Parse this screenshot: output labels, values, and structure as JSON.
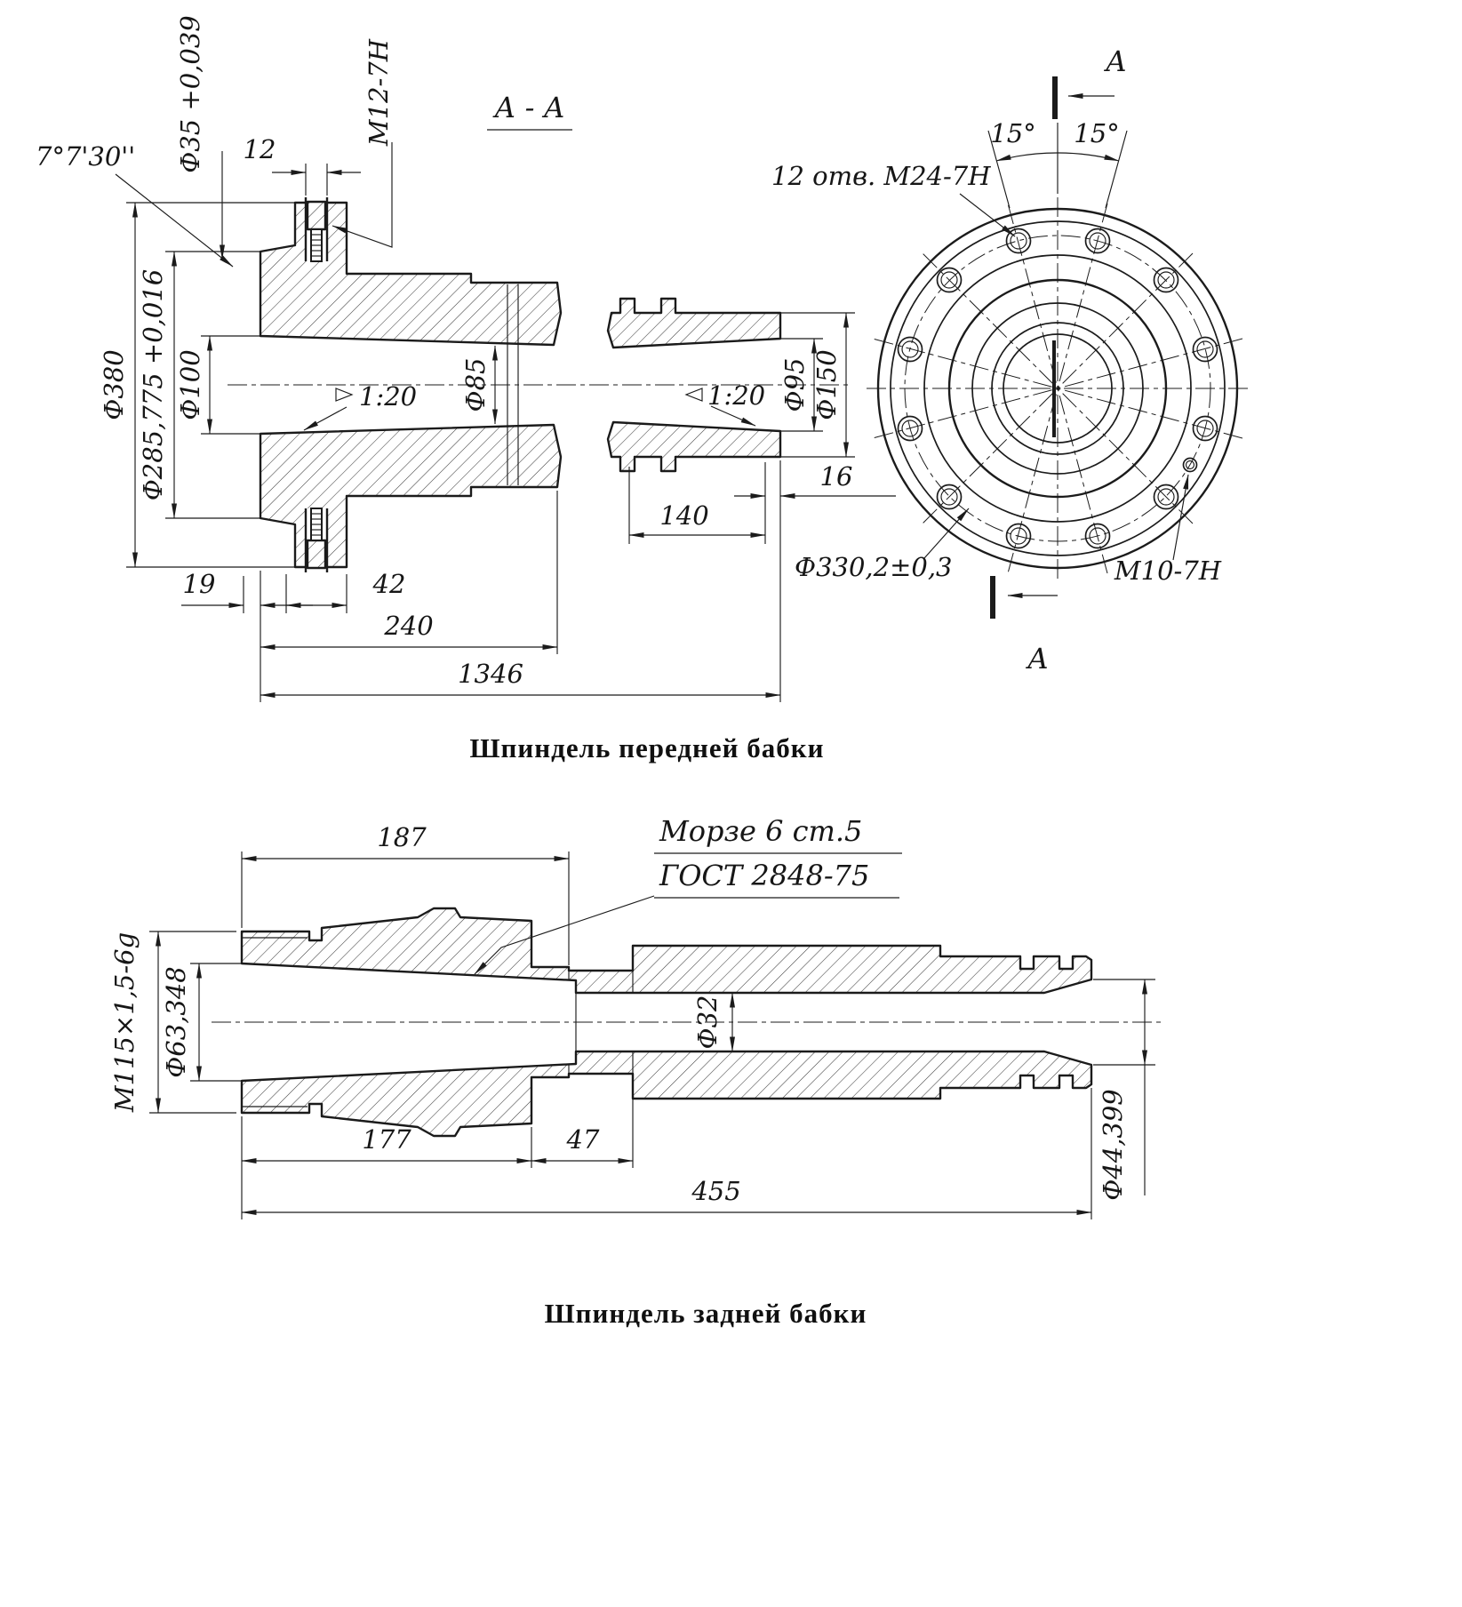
{
  "front": {
    "caption": "Шпиндель передней бабки",
    "section_title": "А - А",
    "dims": {
      "angle_nose": "7°7'30''",
      "d35": "Ф35 +0,039",
      "w12": "12",
      "m12": "М12-7Н",
      "d380": "Ф380",
      "d285": "Ф285,775 +0,016",
      "d100": "Ф100",
      "taper_left": "1:20",
      "d85": "Ф85",
      "taper_right": "1:20",
      "d95": "Ф95",
      "d150": "Ф150",
      "len16": "16",
      "len140": "140",
      "len19": "19",
      "len42": "42",
      "len240": "240",
      "len1346": "1346"
    },
    "end_view": {
      "holes_note": "12 отв. М24-7Н",
      "angle_left": "15°",
      "angle_right": "15°",
      "section_letter_top": "А",
      "section_letter_bottom": "А",
      "bolt_circle_dia": "Ф330,2±0,3",
      "m10": "М10-7Н"
    }
  },
  "rear": {
    "caption": "Шпиндель задней бабки",
    "dims": {
      "len187": "187",
      "morse_line1": "Морзе 6 ст.5",
      "morse_line2": "ГОСТ 2848-75",
      "thread": "М115×1,5-6g",
      "d63": "Ф63,348",
      "d32": "Ф32",
      "d44": "Ф44,399",
      "len177": "177",
      "len47": "47",
      "len455": "455"
    }
  }
}
